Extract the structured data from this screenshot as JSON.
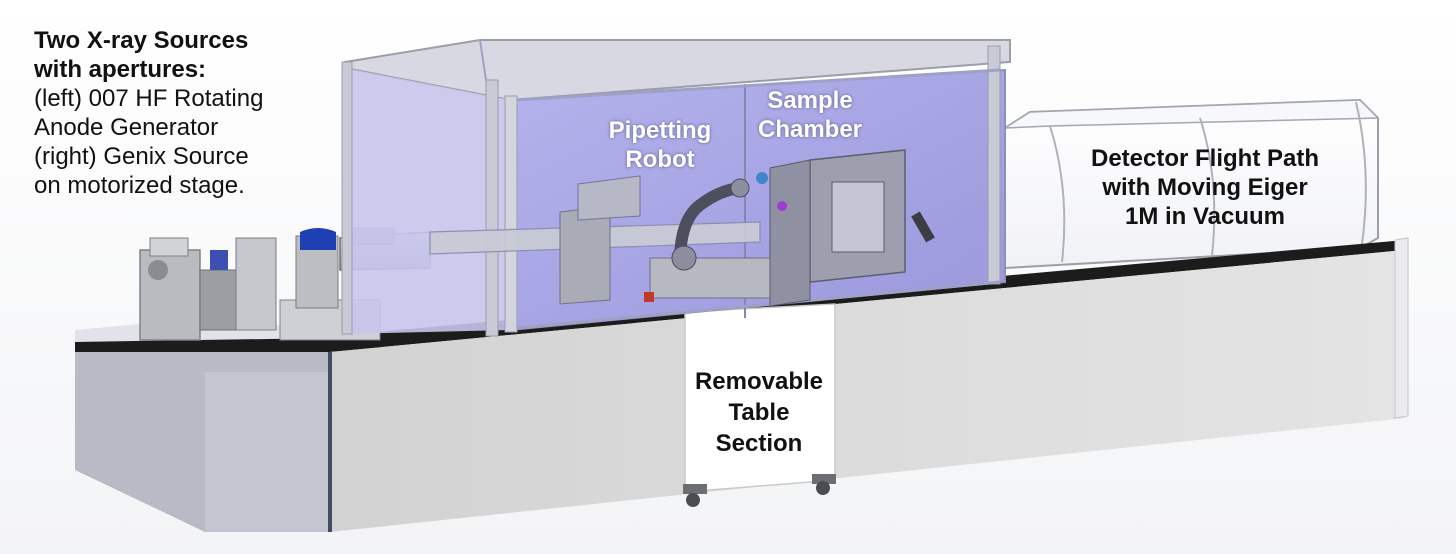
{
  "colors": {
    "table_top": "#1c1c1c",
    "table_front": "#d9d9d9",
    "table_side": "#b8bac6",
    "enclosure_glass": "#a9a7e6",
    "enclosure_frame": "#c8cad6",
    "flight_path": "#ffffff",
    "component_gray": "#a4a6aa"
  },
  "labels": {
    "sources": {
      "title_lines": [
        "Two X-ray Sources",
        "with apertures:"
      ],
      "body_lines": [
        "(left) 007 HF Rotating",
        "Anode Generator",
        "(right) Genix Source",
        "on motorized stage."
      ]
    },
    "robot": {
      "lines": [
        "Pipetting",
        "Robot"
      ]
    },
    "chamber": {
      "lines": [
        "Sample",
        "Chamber"
      ]
    },
    "detector": {
      "lines": [
        "Detector Flight Path",
        "with Moving Eiger",
        "1M in Vacuum"
      ]
    },
    "table_section": {
      "lines": [
        "Removable",
        "Table",
        "Section"
      ]
    }
  }
}
